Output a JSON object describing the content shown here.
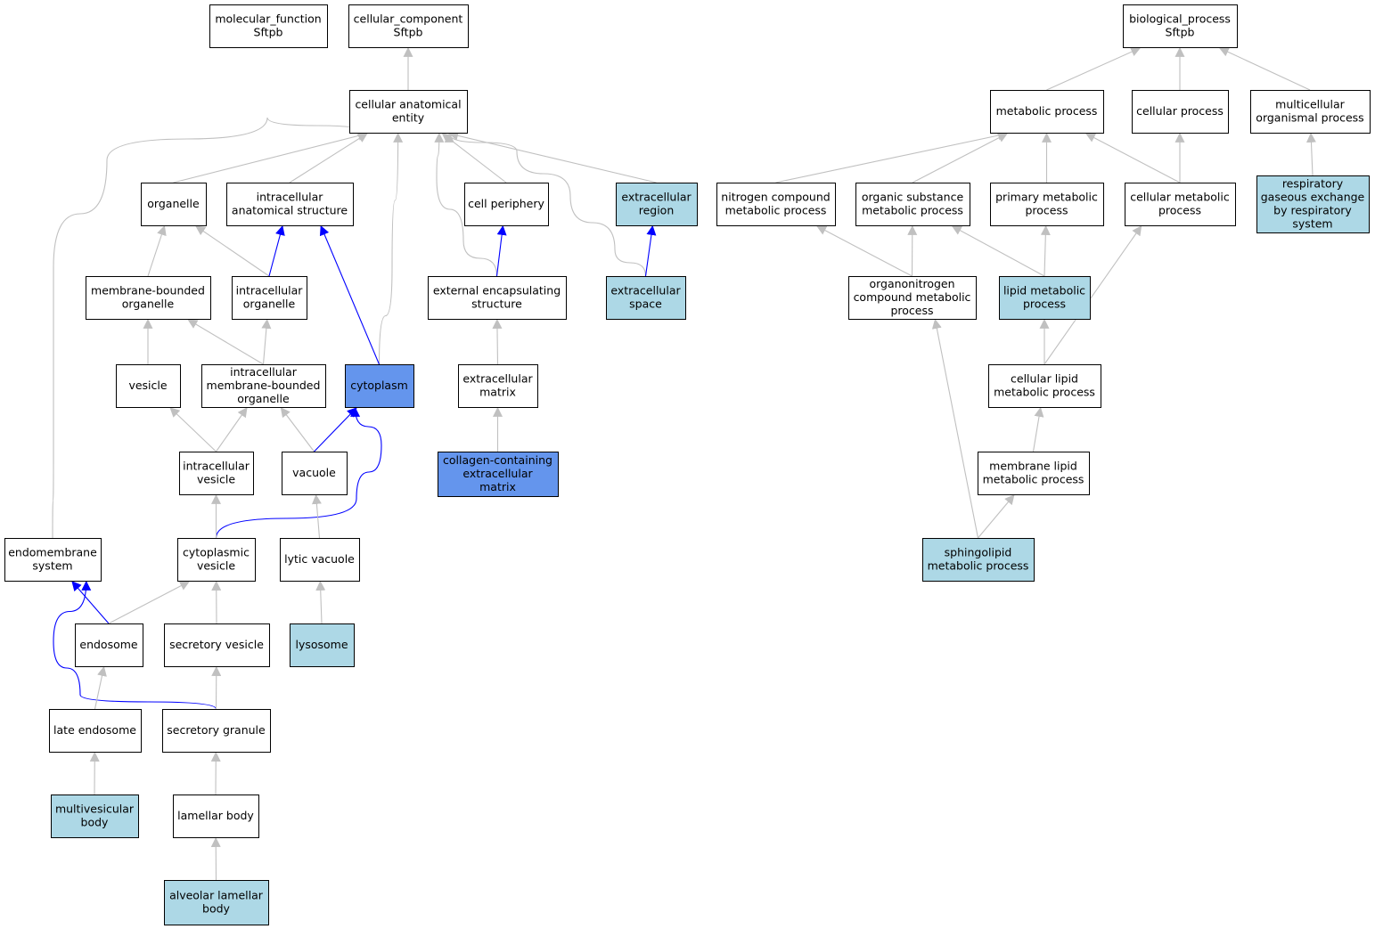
{
  "colors": {
    "normal_fill": "#ffffff",
    "highlight_fill": "#add8e6",
    "strong_fill": "#6495ed",
    "edge_gray": "#c0c0c0",
    "edge_blue": "#0000ff"
  },
  "nodes": [
    {
      "id": "mf",
      "lines": [
        "molecular_function",
        "Sftpb"
      ],
      "style": "normal"
    },
    {
      "id": "cc",
      "lines": [
        "cellular_component",
        "Sftpb"
      ],
      "style": "normal"
    },
    {
      "id": "cae",
      "lines": [
        "cellular anatomical",
        "entity"
      ],
      "style": "normal"
    },
    {
      "id": "organelle",
      "lines": [
        "organelle"
      ],
      "style": "normal"
    },
    {
      "id": "ias",
      "lines": [
        "intracellular",
        "anatomical structure"
      ],
      "style": "normal"
    },
    {
      "id": "cellperiph",
      "lines": [
        "cell periphery"
      ],
      "style": "normal"
    },
    {
      "id": "extreg",
      "lines": [
        "extracellular",
        "region"
      ],
      "style": "highlight"
    },
    {
      "id": "mbo",
      "lines": [
        "membrane-bounded",
        "organelle"
      ],
      "style": "normal"
    },
    {
      "id": "io",
      "lines": [
        "intracellular",
        "organelle"
      ],
      "style": "normal"
    },
    {
      "id": "ees",
      "lines": [
        "external encapsulating",
        "structure"
      ],
      "style": "normal"
    },
    {
      "id": "extspace",
      "lines": [
        "extracellular",
        "space"
      ],
      "style": "highlight"
    },
    {
      "id": "vesicle",
      "lines": [
        "vesicle"
      ],
      "style": "normal"
    },
    {
      "id": "imbo",
      "lines": [
        "intracellular",
        "membrane-bounded",
        "organelle"
      ],
      "style": "normal"
    },
    {
      "id": "cytoplasm",
      "lines": [
        "cytoplasm"
      ],
      "style": "strong"
    },
    {
      "id": "ecm",
      "lines": [
        "extracellular",
        "matrix"
      ],
      "style": "normal"
    },
    {
      "id": "iv",
      "lines": [
        "intracellular",
        "vesicle"
      ],
      "style": "normal"
    },
    {
      "id": "vacuole",
      "lines": [
        "vacuole"
      ],
      "style": "normal"
    },
    {
      "id": "collagen",
      "lines": [
        "collagen-containing",
        "extracellular",
        "matrix"
      ],
      "style": "strong"
    },
    {
      "id": "endomem",
      "lines": [
        "endomembrane",
        "system"
      ],
      "style": "normal"
    },
    {
      "id": "cytves",
      "lines": [
        "cytoplasmic",
        "vesicle"
      ],
      "style": "normal"
    },
    {
      "id": "lytic",
      "lines": [
        "lytic vacuole"
      ],
      "style": "normal"
    },
    {
      "id": "endosome",
      "lines": [
        "endosome"
      ],
      "style": "normal"
    },
    {
      "id": "secves",
      "lines": [
        "secretory vesicle"
      ],
      "style": "normal"
    },
    {
      "id": "lysosome",
      "lines": [
        "lysosome"
      ],
      "style": "highlight"
    },
    {
      "id": "lateendo",
      "lines": [
        "late endosome"
      ],
      "style": "normal"
    },
    {
      "id": "secgran",
      "lines": [
        "secretory granule"
      ],
      "style": "normal"
    },
    {
      "id": "mvb",
      "lines": [
        "multivesicular",
        "body"
      ],
      "style": "highlight"
    },
    {
      "id": "lamellar",
      "lines": [
        "lamellar body"
      ],
      "style": "normal"
    },
    {
      "id": "alb",
      "lines": [
        "alveolar lamellar",
        "body"
      ],
      "style": "highlight"
    },
    {
      "id": "bp",
      "lines": [
        "biological_process",
        "Sftpb"
      ],
      "style": "normal"
    },
    {
      "id": "metab",
      "lines": [
        "metabolic process"
      ],
      "style": "normal"
    },
    {
      "id": "cellproc",
      "lines": [
        "cellular process"
      ],
      "style": "normal"
    },
    {
      "id": "multicell",
      "lines": [
        "multicellular",
        "organismal process"
      ],
      "style": "normal"
    },
    {
      "id": "resp",
      "lines": [
        "respiratory",
        "gaseous exchange",
        "by respiratory",
        "system"
      ],
      "style": "highlight"
    },
    {
      "id": "ncmp",
      "lines": [
        "nitrogen compound",
        "metabolic process"
      ],
      "style": "normal"
    },
    {
      "id": "osmp",
      "lines": [
        "organic substance",
        "metabolic process"
      ],
      "style": "normal"
    },
    {
      "id": "pmp",
      "lines": [
        "primary metabolic",
        "process"
      ],
      "style": "normal"
    },
    {
      "id": "cmp",
      "lines": [
        "cellular metabolic",
        "process"
      ],
      "style": "normal"
    },
    {
      "id": "oncmp",
      "lines": [
        "organonitrogen",
        "compound metabolic",
        "process"
      ],
      "style": "normal"
    },
    {
      "id": "lmp",
      "lines": [
        "lipid metabolic",
        "process"
      ],
      "style": "highlight"
    },
    {
      "id": "clmp",
      "lines": [
        "cellular lipid",
        "metabolic process"
      ],
      "style": "normal"
    },
    {
      "id": "mlmp",
      "lines": [
        "membrane lipid",
        "metabolic process"
      ],
      "style": "normal"
    },
    {
      "id": "smp",
      "lines": [
        "sphingolipid",
        "metabolic process"
      ],
      "style": "highlight"
    }
  ],
  "edges": [
    {
      "from": "cae",
      "to": "cc",
      "color": "gray"
    },
    {
      "from": "organelle",
      "to": "cae",
      "color": "gray"
    },
    {
      "from": "ias",
      "to": "cae",
      "color": "gray"
    },
    {
      "from": "cellperiph",
      "to": "cae",
      "color": "gray"
    },
    {
      "from": "extreg",
      "to": "cae",
      "color": "gray"
    },
    {
      "from": "endomem",
      "to": "cae",
      "color": "gray"
    },
    {
      "from": "cytoplasm",
      "to": "cae",
      "color": "gray"
    },
    {
      "from": "ees",
      "to": "cae",
      "color": "gray"
    },
    {
      "from": "extspace",
      "to": "cae",
      "color": "gray"
    },
    {
      "from": "mbo",
      "to": "organelle",
      "color": "gray"
    },
    {
      "from": "io",
      "to": "organelle",
      "color": "gray"
    },
    {
      "from": "io",
      "to": "ias",
      "color": "blue"
    },
    {
      "from": "cytoplasm",
      "to": "ias",
      "color": "blue"
    },
    {
      "from": "ees",
      "to": "cellperiph",
      "color": "blue"
    },
    {
      "from": "extspace",
      "to": "extreg",
      "color": "blue"
    },
    {
      "from": "vesicle",
      "to": "mbo",
      "color": "gray"
    },
    {
      "from": "imbo",
      "to": "mbo",
      "color": "gray"
    },
    {
      "from": "imbo",
      "to": "io",
      "color": "gray"
    },
    {
      "from": "ecm",
      "to": "ees",
      "color": "gray"
    },
    {
      "from": "iv",
      "to": "vesicle",
      "color": "gray"
    },
    {
      "from": "iv",
      "to": "imbo",
      "color": "gray"
    },
    {
      "from": "vacuole",
      "to": "imbo",
      "color": "gray"
    },
    {
      "from": "vacuole",
      "to": "cytoplasm",
      "color": "blue"
    },
    {
      "from": "cytves",
      "to": "cytoplasm",
      "color": "blue"
    },
    {
      "from": "collagen",
      "to": "ecm",
      "color": "gray"
    },
    {
      "from": "cytves",
      "to": "iv",
      "color": "gray"
    },
    {
      "from": "lytic",
      "to": "vacuole",
      "color": "gray"
    },
    {
      "from": "endosome",
      "to": "endomem",
      "color": "blue"
    },
    {
      "from": "secgran",
      "to": "endomem",
      "color": "blue"
    },
    {
      "from": "endosome",
      "to": "cytves",
      "color": "gray"
    },
    {
      "from": "secves",
      "to": "cytves",
      "color": "gray"
    },
    {
      "from": "lysosome",
      "to": "lytic",
      "color": "gray"
    },
    {
      "from": "lateendo",
      "to": "endosome",
      "color": "gray"
    },
    {
      "from": "secgran",
      "to": "secves",
      "color": "gray"
    },
    {
      "from": "mvb",
      "to": "lateendo",
      "color": "gray"
    },
    {
      "from": "lamellar",
      "to": "secgran",
      "color": "gray"
    },
    {
      "from": "alb",
      "to": "lamellar",
      "color": "gray"
    },
    {
      "from": "metab",
      "to": "bp",
      "color": "gray"
    },
    {
      "from": "cellproc",
      "to": "bp",
      "color": "gray"
    },
    {
      "from": "multicell",
      "to": "bp",
      "color": "gray"
    },
    {
      "from": "resp",
      "to": "multicell",
      "color": "gray"
    },
    {
      "from": "ncmp",
      "to": "metab",
      "color": "gray"
    },
    {
      "from": "osmp",
      "to": "metab",
      "color": "gray"
    },
    {
      "from": "pmp",
      "to": "metab",
      "color": "gray"
    },
    {
      "from": "cmp",
      "to": "metab",
      "color": "gray"
    },
    {
      "from": "cmp",
      "to": "cellproc",
      "color": "gray"
    },
    {
      "from": "oncmp",
      "to": "ncmp",
      "color": "gray"
    },
    {
      "from": "oncmp",
      "to": "osmp",
      "color": "gray"
    },
    {
      "from": "lmp",
      "to": "osmp",
      "color": "gray"
    },
    {
      "from": "lmp",
      "to": "pmp",
      "color": "gray"
    },
    {
      "from": "clmp",
      "to": "lmp",
      "color": "gray"
    },
    {
      "from": "clmp",
      "to": "cmp",
      "color": "gray"
    },
    {
      "from": "mlmp",
      "to": "clmp",
      "color": "gray"
    },
    {
      "from": "smp",
      "to": "mlmp",
      "color": "gray"
    },
    {
      "from": "smp",
      "to": "oncmp",
      "color": "gray"
    }
  ]
}
